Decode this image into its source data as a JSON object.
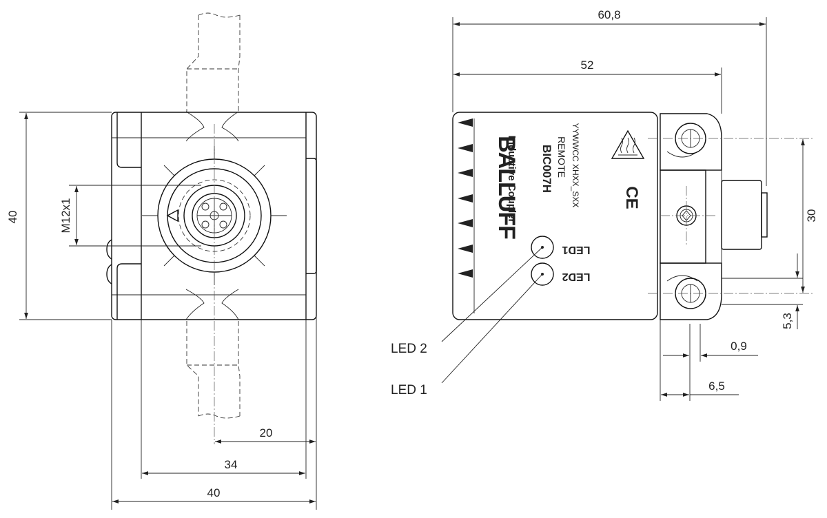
{
  "front_view": {
    "dimensions": {
      "height_total": "40",
      "thread": "M12x1",
      "half_width": "20",
      "inner_width": "34",
      "total_width": "40"
    }
  },
  "side_view": {
    "dimensions": {
      "length_total": "60,8",
      "length_body": "52",
      "hole_pitch": "30",
      "hole_offset": "5,3",
      "flange_thickness": "0,9",
      "flange_depth": "6,5"
    },
    "label": {
      "brand": "BALLUFF",
      "product": "Inductive Coupler",
      "model": "BIC007H",
      "mode": "REMOTE",
      "code": "YYWWCC XHXX_SXX",
      "ce_mark": "CE",
      "led1": "LED1",
      "led2": "LED2"
    },
    "callouts": {
      "led2": "LED 2",
      "led1": "LED 1"
    }
  }
}
